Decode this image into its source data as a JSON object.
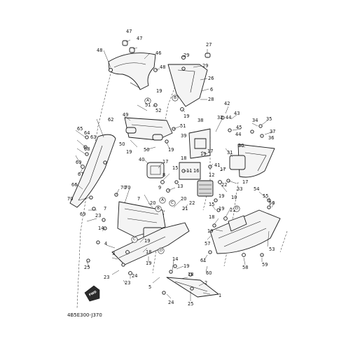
{
  "diagram_code": "4B5E300-J370",
  "fwd_label": "FWD",
  "callouts": [
    {
      "n": "1"
    },
    {
      "n": "2"
    },
    {
      "n": "3"
    },
    {
      "n": "4"
    },
    {
      "n": "5"
    },
    {
      "n": "6"
    },
    {
      "n": "7"
    },
    {
      "n": "8"
    },
    {
      "n": "9"
    },
    {
      "n": "10"
    },
    {
      "n": "11"
    },
    {
      "n": "12"
    },
    {
      "n": "13"
    },
    {
      "n": "14"
    },
    {
      "n": "15"
    },
    {
      "n": "16"
    },
    {
      "n": "17"
    },
    {
      "n": "18"
    },
    {
      "n": "19"
    },
    {
      "n": "20"
    },
    {
      "n": "21"
    },
    {
      "n": "22"
    },
    {
      "n": "23"
    },
    {
      "n": "24"
    },
    {
      "n": "25"
    },
    {
      "n": "26"
    },
    {
      "n": "27"
    },
    {
      "n": "28"
    },
    {
      "n": "29"
    },
    {
      "n": "30"
    },
    {
      "n": "31"
    },
    {
      "n": "32"
    },
    {
      "n": "33"
    },
    {
      "n": "34"
    },
    {
      "n": "35"
    },
    {
      "n": "36"
    },
    {
      "n": "37"
    },
    {
      "n": "38"
    },
    {
      "n": "39"
    },
    {
      "n": "40"
    },
    {
      "n": "41"
    },
    {
      "n": "42"
    },
    {
      "n": "43"
    },
    {
      "n": "44"
    },
    {
      "n": "45"
    },
    {
      "n": "46"
    },
    {
      "n": "47"
    },
    {
      "n": "48"
    },
    {
      "n": "49"
    },
    {
      "n": "50"
    },
    {
      "n": "51"
    },
    {
      "n": "52"
    },
    {
      "n": "53"
    },
    {
      "n": "54"
    },
    {
      "n": "55"
    },
    {
      "n": "56"
    },
    {
      "n": "57"
    },
    {
      "n": "58"
    },
    {
      "n": "59"
    },
    {
      "n": "60"
    },
    {
      "n": "61"
    },
    {
      "n": "62"
    },
    {
      "n": "63"
    },
    {
      "n": "64"
    },
    {
      "n": "65"
    },
    {
      "n": "66"
    },
    {
      "n": "67"
    },
    {
      "n": "68"
    },
    {
      "n": "69"
    },
    {
      "n": "70"
    }
  ],
  "refs": [
    "A",
    "B",
    "C",
    "D"
  ]
}
